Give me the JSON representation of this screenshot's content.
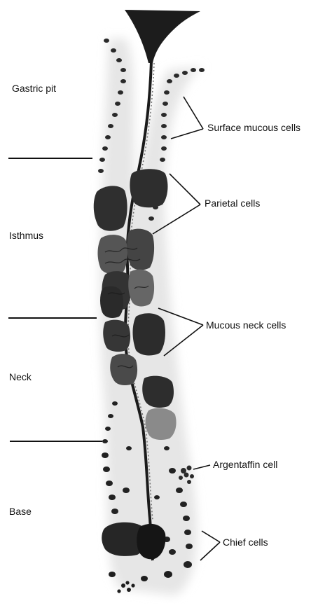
{
  "diagram": {
    "regions": [
      {
        "id": "gastric-pit",
        "label": "Gastric pit"
      },
      {
        "id": "isthmus",
        "label": "Isthmus"
      },
      {
        "id": "neck",
        "label": "Neck"
      },
      {
        "id": "base",
        "label": "Base"
      }
    ],
    "callouts": [
      {
        "id": "surface-mucous-cells",
        "label": "Surface mucous cells"
      },
      {
        "id": "parietal-cells",
        "label": "Parietal cells"
      },
      {
        "id": "mucous-neck-cells",
        "label": "Mucous neck cells"
      },
      {
        "id": "argentaffin-cell",
        "label": "Argentaffin cell"
      },
      {
        "id": "chief-cells",
        "label": "Chief cells"
      }
    ],
    "colors": {
      "ink": "#111111",
      "cell": "#2b2b2b",
      "parietal": "#3a3a3a",
      "halo": "#e6e6e6"
    }
  }
}
